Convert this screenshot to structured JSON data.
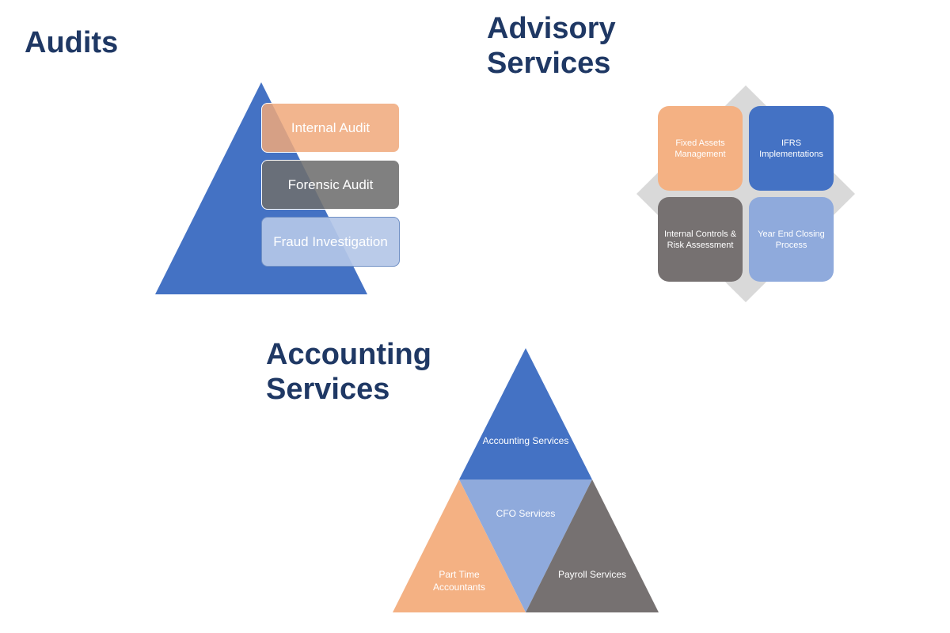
{
  "sections": {
    "audits": {
      "title": "Audits",
      "items": [
        "Internal Audit",
        "Forensic Audit",
        "Fraud Investigation"
      ]
    },
    "advisory": {
      "title_line1": "Advisory",
      "title_line2": "Services",
      "items": {
        "top_left": "Fixed Assets Management",
        "top_right": "IFRS Implementations",
        "bottom_left": "Internal Controls & Risk Assessment",
        "bottom_right": "Year End Closing Process"
      }
    },
    "accounting": {
      "title_line1": "Accounting",
      "title_line2": "Services",
      "items": {
        "top": "Accounting Services",
        "middle": "CFO Services",
        "bottom_left": "Part Time Accountants",
        "bottom_right": "Payroll Services"
      }
    }
  },
  "colors": {
    "heading": "#1f3864",
    "blue": "#4472c4",
    "light_blue": "#8faadc",
    "orange": "#f4b183",
    "gray": "#767171",
    "diamond": "#d9d9d9"
  }
}
